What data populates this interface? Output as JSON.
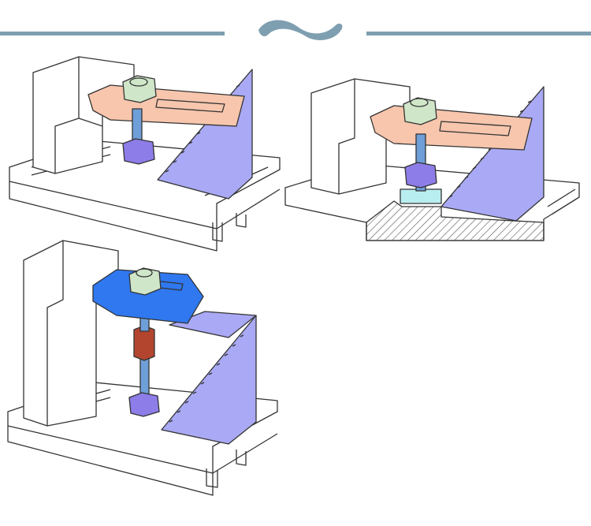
{
  "header": {
    "ornament_icon": "wave-flourish-icon",
    "rule_color": "#7e9fb0"
  },
  "colors": {
    "outline": "#333333",
    "table_fill": "#ffffff",
    "clamp_strap_salmon": "#f7c6ad",
    "clamp_strap_blue": "#2f78f0",
    "nut_green": "#cfe6c8",
    "nut_purple": "#8c7de8",
    "stud_blue": "#6f9fd8",
    "coupling_red": "#b3452f",
    "t_nut_cyan": "#b9eef0",
    "step_block": "#a9a9f5",
    "hatch": "#555555"
  },
  "figures": [
    {
      "name": "clamp-setup-top-left",
      "strap": "salmon"
    },
    {
      "name": "clamp-setup-top-right-sectioned",
      "strap": "salmon"
    },
    {
      "name": "clamp-setup-bottom-with-coupling",
      "strap": "blue"
    }
  ]
}
